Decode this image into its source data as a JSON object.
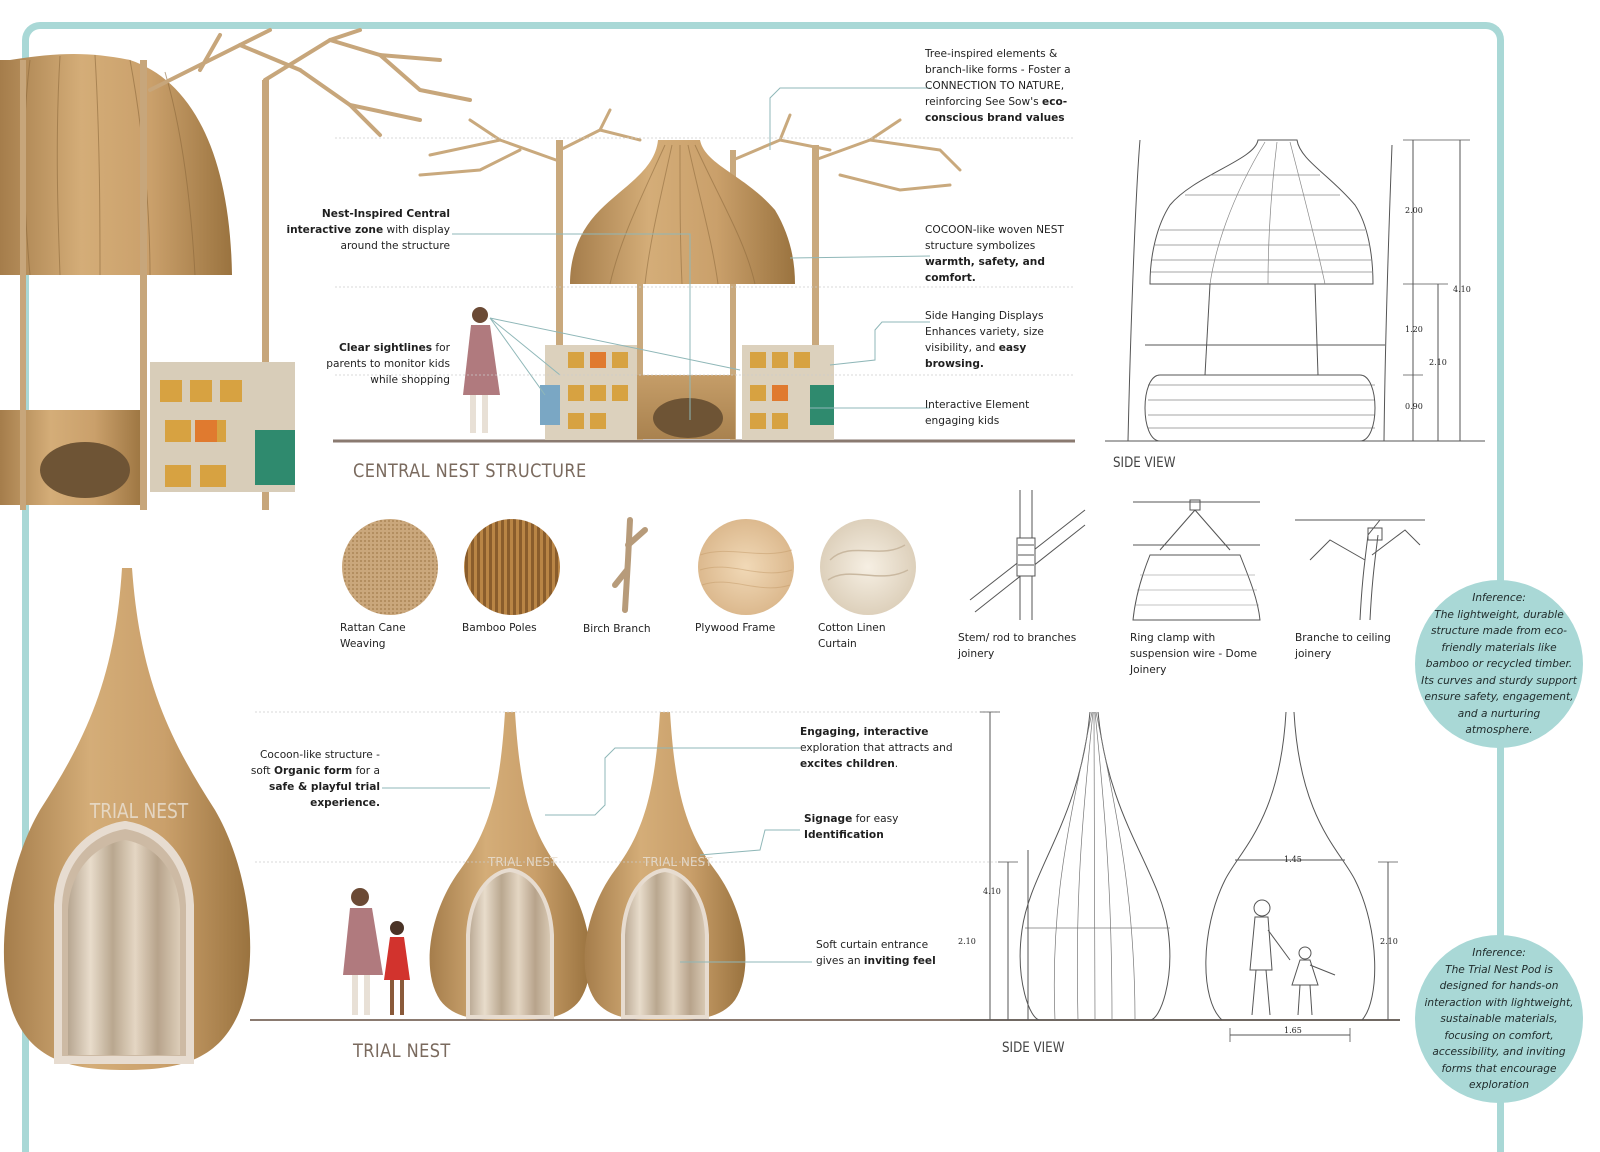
{
  "sections": {
    "central_title": "CENTRAL NEST STRUCTURE",
    "central_side_view": "SIDE VIEW",
    "trial_title": "TRIAL NEST",
    "trial_side_view": "SIDE VIEW"
  },
  "central_annotations": {
    "tree": [
      "Tree-inspired elements &",
      "branch-like forms - Foster a",
      "CONNECTION TO NATURE,",
      "reinforcing See Sow's ",
      "eco-",
      "conscious brand values"
    ],
    "nest_zone": [
      "Nest-Inspired Central",
      "interactive zone",
      " with  display",
      "around the structure"
    ],
    "cocoon": [
      "COCOON-like woven NEST",
      "structure symbolizes",
      "warmth, safety, and",
      "comfort."
    ],
    "side_displays": [
      "Side Hanging Displays",
      "Enhances variety, size",
      "visibility, and ",
      "easy",
      "browsing."
    ],
    "sightlines": [
      "Clear sightlines",
      " for",
      "parents to monitor kids",
      "while shopping"
    ],
    "interactive": [
      "Interactive Element",
      "engaging kids"
    ]
  },
  "central_dimensions": [
    "2.00",
    "1.20",
    "0.90",
    "4.10",
    "2.10"
  ],
  "materials": [
    {
      "label_1": "Rattan Cane",
      "label_2": "Weaving"
    },
    {
      "label_1": "Bamboo Poles",
      "label_2": ""
    },
    {
      "label_1": "Birch Branch",
      "label_2": ""
    },
    {
      "label_1": "Plywood  Frame",
      "label_2": ""
    },
    {
      "label_1": "Cotton Linen",
      "label_2": "Curtain"
    }
  ],
  "joinery": [
    {
      "label_1": "Stem/ rod to branches",
      "label_2": "joinery",
      "label_3": ""
    },
    {
      "label_1": "Ring clamp with",
      "label_2": "suspension wire - Dome",
      "label_3": "Joinery"
    },
    {
      "label_1": "Branche to ceiling",
      "label_2": "joinery",
      "label_3": ""
    }
  ],
  "trial_annotations": {
    "cocoon": [
      "Cocoon-like structure -",
      "soft ",
      "Organic form",
      " for a",
      "safe & playful trial",
      "experience."
    ],
    "engaging": [
      "Engaging, interactive",
      "exploration that attracts and",
      "excites children",
      "."
    ],
    "signage": [
      "Signage",
      " for easy",
      "Identification"
    ],
    "curtain": [
      "Soft curtain entrance",
      "gives an ",
      "inviting feel"
    ]
  },
  "trial_pod_text": "TRIAL NEST",
  "trial_dimensions": [
    "4.10",
    "2.10",
    "1.45",
    "2.10",
    "1.65"
  ],
  "inference_1": {
    "heading": "Inference:",
    "lines": [
      "The lightweight, durable",
      "structure made from eco-",
      "friendly materials like",
      "bamboo or recycled timber.",
      "Its curves and sturdy support",
      "ensure safety, engagement,",
      "and a nurturing",
      "atmosphere."
    ]
  },
  "inference_2": {
    "heading": "Inference:",
    "lines": [
      "The Trial Nest Pod is",
      "designed for hands-on",
      "interaction with lightweight,",
      "sustainable materials,",
      "focusing on comfort,",
      "accessibility, and inviting",
      "forms that encourage",
      "exploration"
    ]
  },
  "colors": {
    "frame": "#a9d8d6",
    "rattan": "#c9a26f",
    "rattan_dark": "#a27b48",
    "ground": "#8a7a70"
  }
}
